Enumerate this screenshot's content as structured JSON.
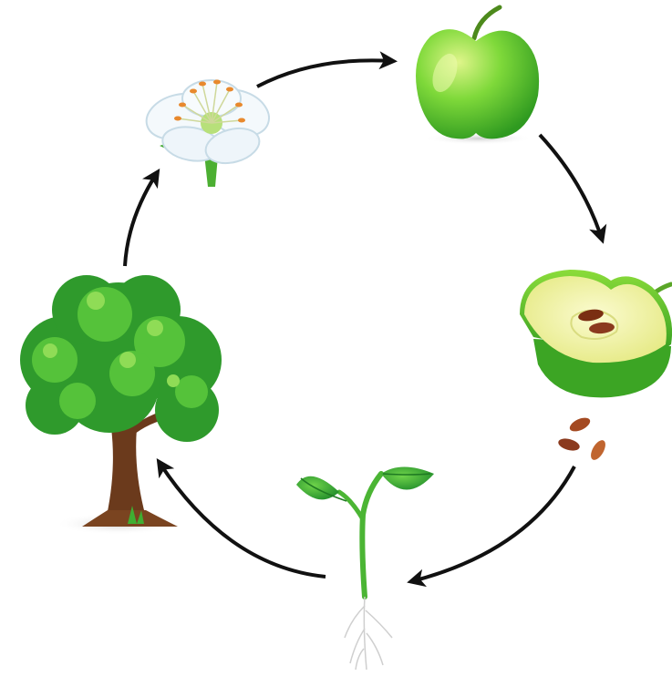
{
  "diagram": {
    "stages": [
      {
        "id": "flower",
        "icon": "flower-icon"
      },
      {
        "id": "apple",
        "icon": "green-apple-icon"
      },
      {
        "id": "apple-half",
        "icon": "apple-half-icon"
      },
      {
        "id": "seeds",
        "icon": "seeds-icon"
      },
      {
        "id": "seedling",
        "icon": "seedling-icon"
      },
      {
        "id": "tree",
        "icon": "tree-icon"
      }
    ],
    "arrows": [
      {
        "from": "flower",
        "to": "apple"
      },
      {
        "from": "apple",
        "to": "apple-half"
      },
      {
        "from": "seeds",
        "to": "seedling"
      },
      {
        "from": "seedling",
        "to": "tree"
      },
      {
        "from": "tree",
        "to": "flower"
      }
    ],
    "colors": {
      "arrow": "#111111",
      "apple_green": "#5cc92a",
      "leaf_green": "#2e9e2a",
      "seed_brown": "#8b3a1e",
      "trunk_brown": "#6b3a1c"
    }
  }
}
